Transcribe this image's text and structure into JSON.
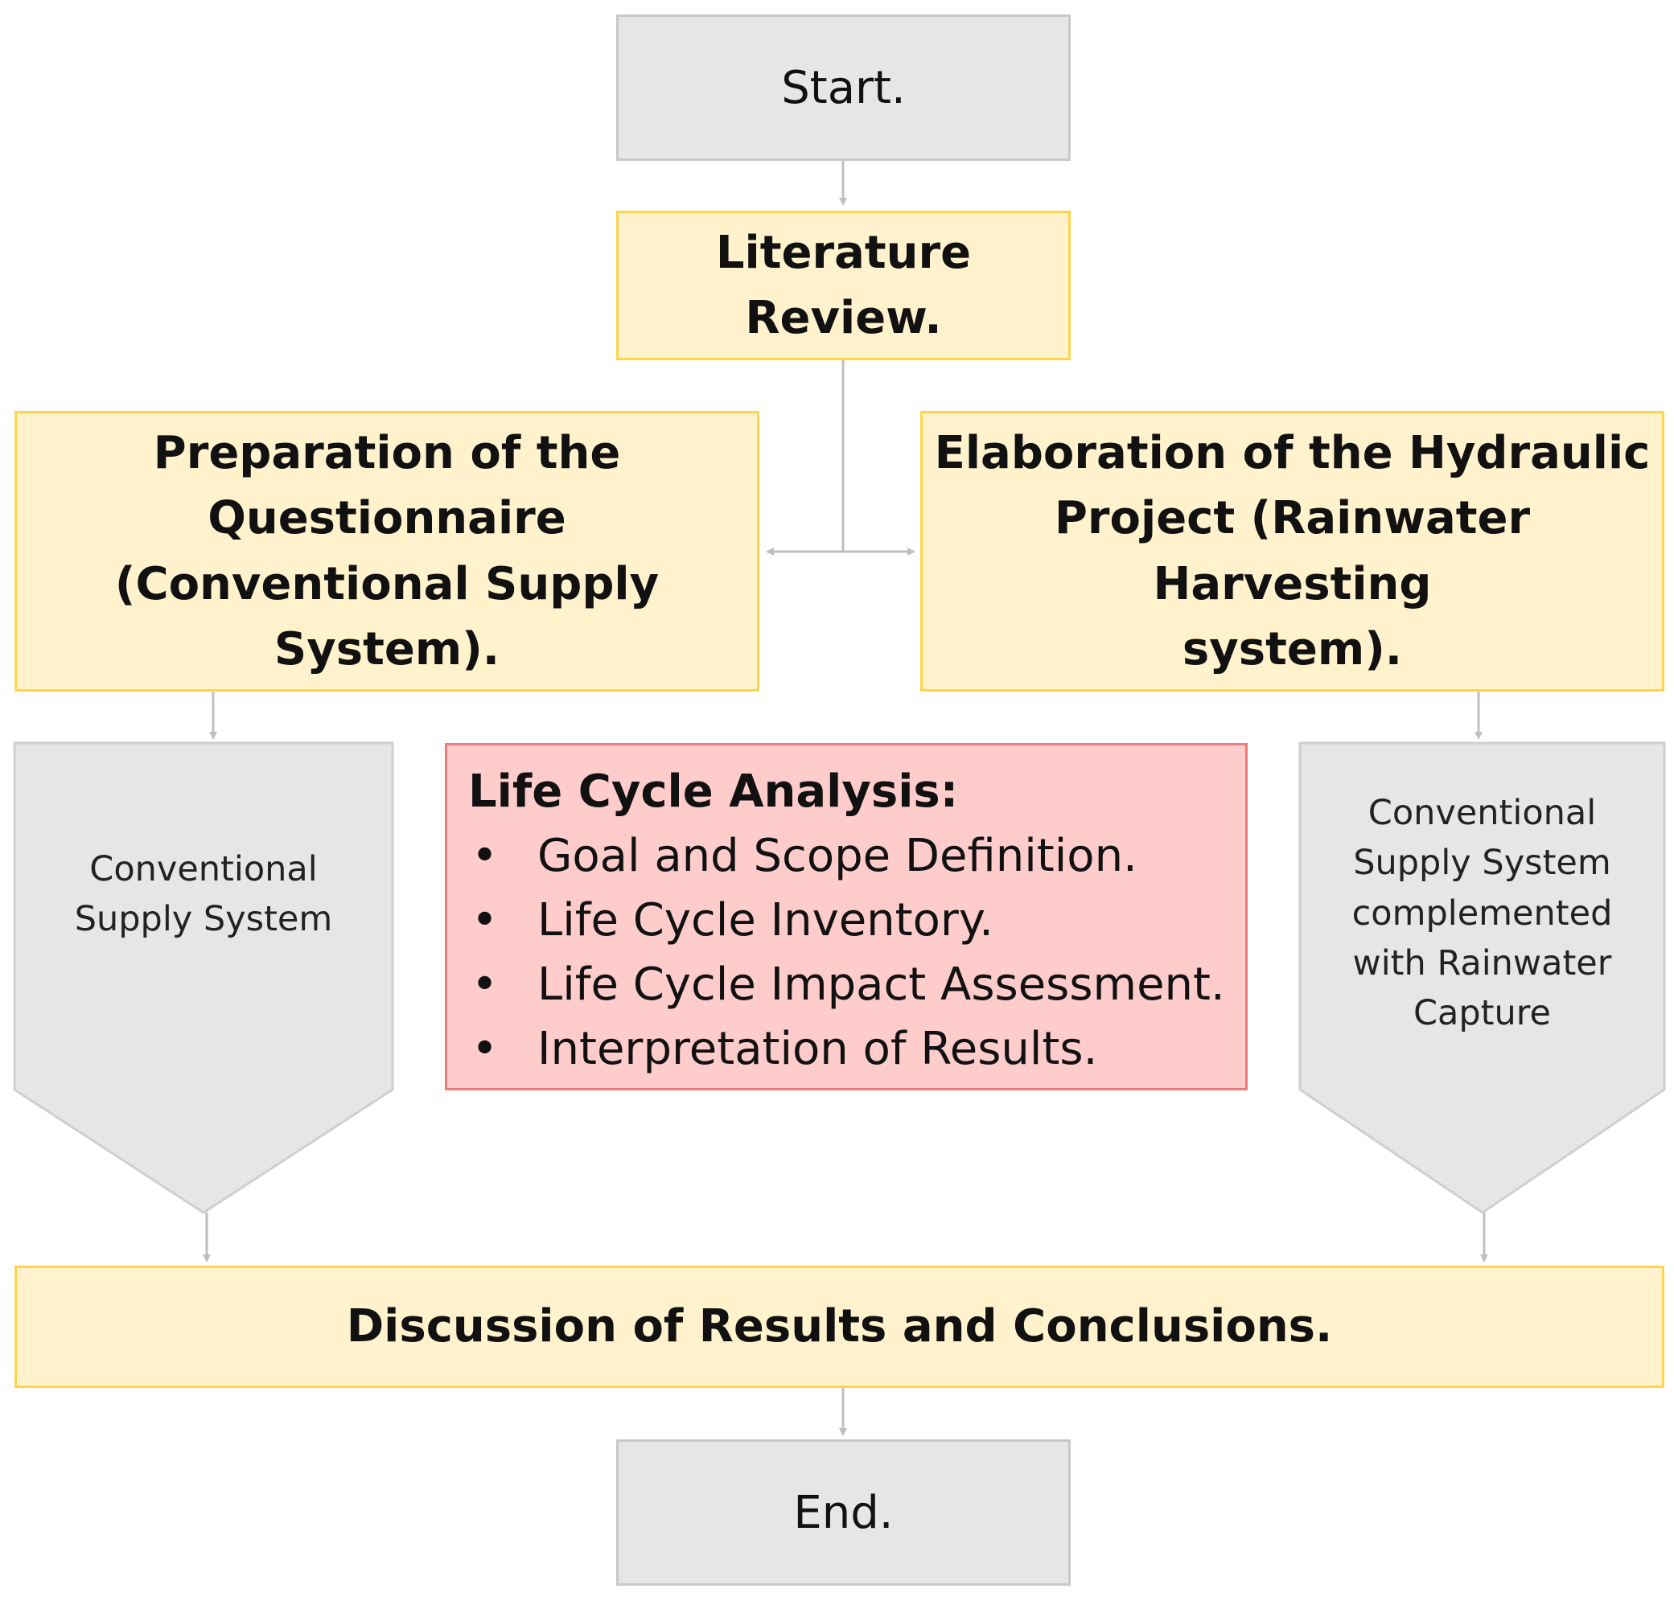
{
  "start": {
    "label": "Start."
  },
  "literature": {
    "label": "Literature Review."
  },
  "preparation": {
    "lines": [
      "Preparation of the",
      "Questionnaire",
      "(Conventional Supply System)."
    ]
  },
  "elaboration": {
    "lines": [
      "Elaboration of the Hydraulic",
      "Project (Rainwater Harvesting",
      "system)."
    ]
  },
  "left_branch": {
    "lines": [
      "Conventional",
      "Supply System"
    ]
  },
  "right_branch": {
    "lines": [
      "Conventional",
      "Supply System",
      "complemented",
      "with Rainwater",
      "Capture"
    ]
  },
  "lca": {
    "title": "Life Cycle Analysis:",
    "items": [
      "Goal and Scope Definition.",
      "Life Cycle Inventory.",
      "Life Cycle Impact Assessment.",
      "Interpretation of Results."
    ]
  },
  "discussion": {
    "label": "Discussion of Results and Conclusions."
  },
  "end": {
    "label": "End."
  },
  "colors": {
    "gray_fill": "#e6e6e6",
    "yellow_fill": "#fff2cc",
    "pink_fill": "#ffcccc",
    "connector": "#bfbfbf"
  }
}
